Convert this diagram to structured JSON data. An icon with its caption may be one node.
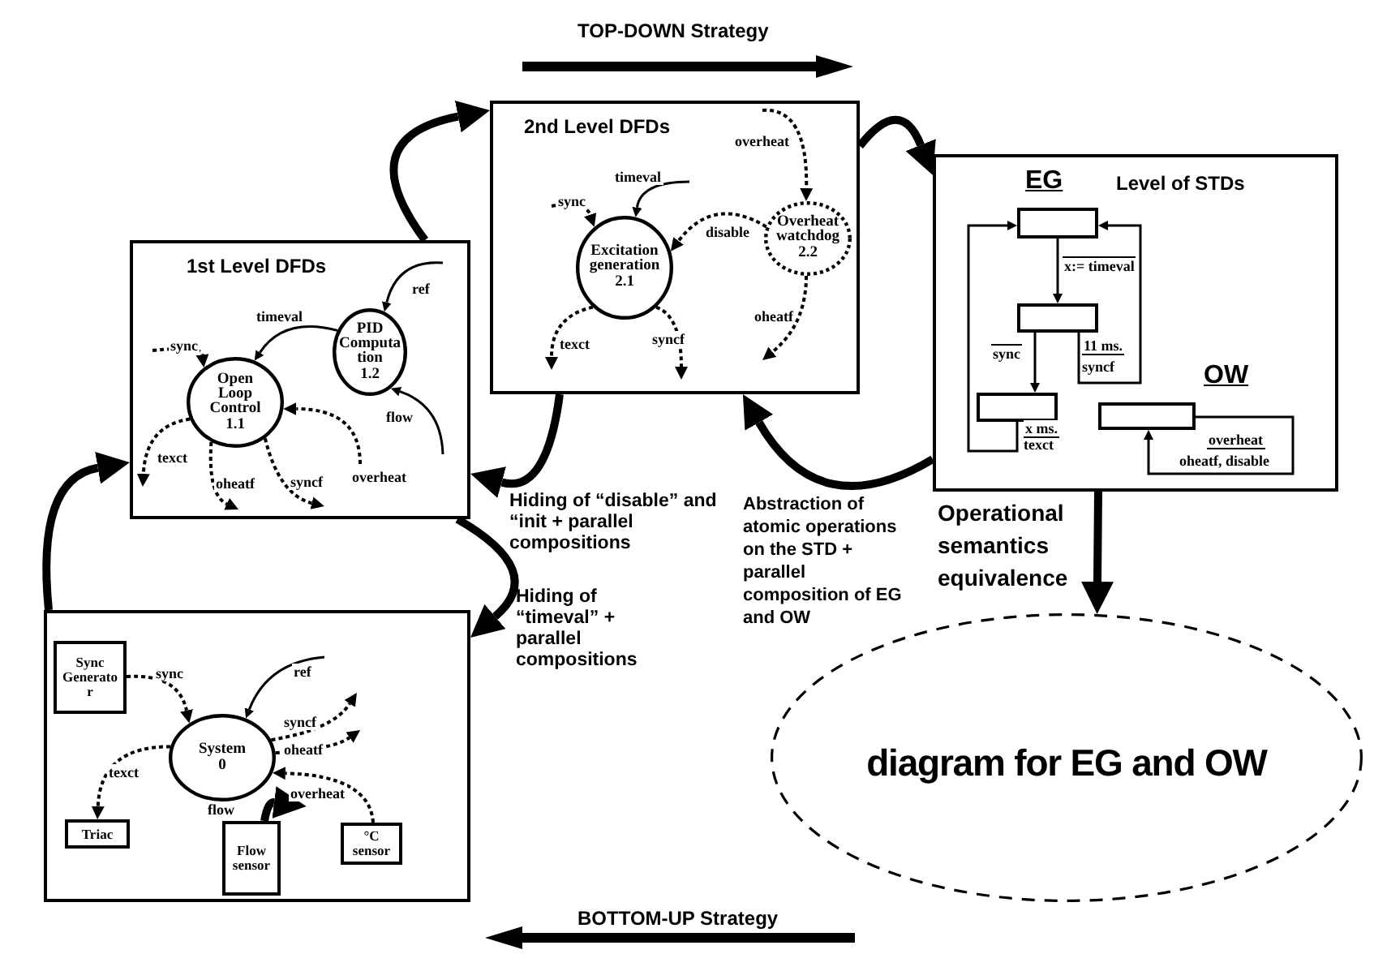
{
  "diagram": {
    "nodes": [
      {
        "text": [
          "2nd Level DFDs"
        ]
      },
      {
        "text": [
          "Excitation generation",
          "2.1"
        ],
        "in": 0
      },
      {
        "text": [
          "Overheat watchdog",
          "2.2"
        ],
        "in": 0
      },
      {
        "text": [
          "EG",
          "Level of STDs",
          "OW"
        ]
      },
      {
        "text": [],
        "shape": "box",
        "in": 3
      },
      {
        "text": [],
        "shape": "box",
        "in": 3
      },
      {
        "text": [],
        "shape": "box",
        "in": 3
      },
      {
        "text": [],
        "shape": "box",
        "in": 3
      },
      {
        "text": [
          "1st Level DFDs"
        ]
      },
      {
        "text": [
          "Open Loop Control",
          "1.1"
        ],
        "in": 8
      },
      {
        "text": [
          "PID Computation",
          "1.2"
        ],
        "in": 8
      },
      {
        "text": [],
        "shape": "box"
      },
      {
        "text": [
          "Sync Generator"
        ],
        "in": 11
      },
      {
        "text": [
          "System",
          "0"
        ],
        "in": 11
      },
      {
        "text": [
          "Triac"
        ],
        "in": 11
      },
      {
        "text": [
          "Flow sensor"
        ],
        "in": 11
      },
      {
        "text": [
          "°C sensor"
        ],
        "in": 11
      },
      {
        "text": [
          "diagram for EG and OW"
        ]
      }
    ],
    "edges": [
      {
        "from": null,
        "to": 1,
        "label": "sync",
        "arrow": "to",
        "style": "dashed"
      },
      {
        "from": null,
        "to": 1,
        "label": "timeval",
        "arrow": "to"
      },
      {
        "from": 2,
        "to": 1,
        "label": "disable",
        "arrow": "to",
        "style": "dashed"
      },
      {
        "from": null,
        "to": 2,
        "label": "overheat",
        "arrow": "to",
        "style": "dashed"
      },
      {
        "from": 1,
        "to": null,
        "label": "texct",
        "arrow": "to",
        "style": "dashed"
      },
      {
        "from": 1,
        "to": null,
        "label": "syncf",
        "arrow": "to",
        "style": "dashed"
      },
      {
        "from": 2,
        "to": null,
        "label": "oheatf",
        "arrow": "to",
        "style": "dashed"
      },
      {
        "from": 4,
        "to": 5,
        "label": "x:= timeval",
        "arrow": "to"
      },
      {
        "from": 5,
        "to": 6,
        "label": "sync",
        "arrow": "to"
      },
      {
        "from": 5,
        "to": 4,
        "label": "11 ms.",
        "arrow": "to"
      },
      {
        "from": 6,
        "to": 4,
        "label": "x ms.",
        "arrow": "to"
      },
      {
        "from": 7,
        "to": 7,
        "label": "overheat",
        "arrow": "to"
      },
      {
        "from": null,
        "to": 10,
        "label": "ref",
        "arrow": "to"
      },
      {
        "from": 10,
        "to": 9,
        "label": "timeval",
        "arrow": "to"
      },
      {
        "from": null,
        "to": 9,
        "label": "sync",
        "arrow": "to",
        "style": "dashed"
      },
      {
        "from": null,
        "to": 9,
        "label": "overheat",
        "arrow": "to",
        "style": "dashed"
      },
      {
        "from": null,
        "to": 10,
        "label": "flow",
        "arrow": "to"
      },
      {
        "from": 9,
        "to": null,
        "label": "texct",
        "arrow": "to",
        "style": "dashed"
      },
      {
        "from": 9,
        "to": null,
        "label": "oheatf",
        "arrow": "to",
        "style": "dashed"
      },
      {
        "from": 9,
        "to": null,
        "label": "syncf",
        "arrow": "to",
        "style": "dashed"
      },
      {
        "from": 12,
        "to": 13,
        "label": "sync",
        "arrow": "to",
        "style": "dashed"
      },
      {
        "from": null,
        "to": 13,
        "label": "ref",
        "arrow": "to"
      },
      {
        "from": 13,
        "to": null,
        "label": "syncf",
        "arrow": "to",
        "style": "dashed"
      },
      {
        "from": 13,
        "to": null,
        "label": "oheatf",
        "arrow": "to",
        "style": "dashed"
      },
      {
        "from": 16,
        "to": 13,
        "label": "overheat",
        "arrow": "to",
        "style": "dashed"
      },
      {
        "from": 15,
        "to": 13,
        "label": "flow",
        "arrow": "to",
        "style": "thick"
      },
      {
        "from": 13,
        "to": 14,
        "label": "texct",
        "arrow": "to",
        "style": "dashed"
      },
      {
        "from": 8,
        "to": 0,
        "arrow": "to",
        "style": "thick"
      },
      {
        "from": 0,
        "to": 3,
        "arrow": "to",
        "style": "thick"
      },
      {
        "from": 3,
        "to": 0,
        "arrow": "to",
        "style": "thick"
      },
      {
        "from": 0,
        "to": 8,
        "arrow": "to",
        "style": "thick"
      },
      {
        "from": 8,
        "to": 11,
        "arrow": "to",
        "style": "thick"
      },
      {
        "from": 11,
        "to": 8,
        "arrow": "to",
        "style": "thick"
      },
      {
        "from": 3,
        "to": 17,
        "arrow": "to",
        "style": "thick"
      }
    ],
    "labels": [
      "TOP-DOWN Strategy",
      "syncf",
      "texct",
      "oheatf, disable",
      "Hiding of “disable” and “init + parallel compositions",
      "Hiding of “timeval” + parallel compositions",
      "Abstraction of atomic operations on the STD + parallel composition of EG and OW",
      "Operational semantics equivalence",
      "BOTTOM-UP Strategy"
    ]
  }
}
